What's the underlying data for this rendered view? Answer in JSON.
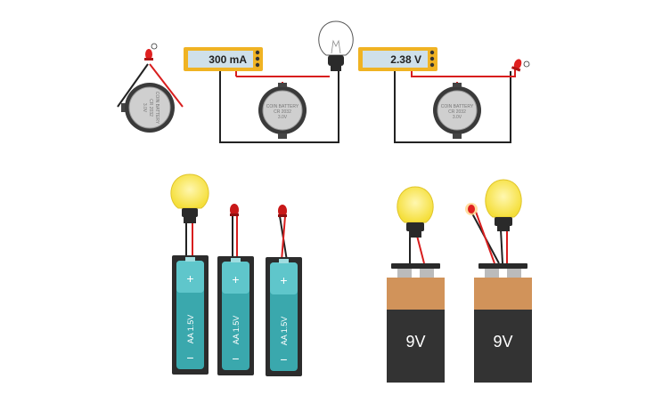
{
  "circuits": {
    "meter_left": {
      "reading": "300 mA"
    },
    "meter_right": {
      "reading": "2.38 V"
    },
    "coin_battery": {
      "line1": "COIN BATTERY",
      "line2": "CR 2032",
      "line3": "3.0V"
    },
    "aa_battery": {
      "label": "AA 1.5V",
      "plus": "+",
      "minus": "−"
    },
    "nine_volt": {
      "label": "9V"
    }
  },
  "colors": {
    "meter_frame": "#f0b323",
    "meter_screen": "#cfe0ea",
    "coin_body": "#cfcfcf",
    "aa_body": "#3aa8ad",
    "aa_holder": "#2c2c2c",
    "nine_volt_top": "#d1935a",
    "nine_volt_body": "#333333",
    "bulb_lit": "#fbe96b",
    "led_red": "#e02020",
    "wire_red": "#d81e1e",
    "wire_black": "#222222"
  }
}
